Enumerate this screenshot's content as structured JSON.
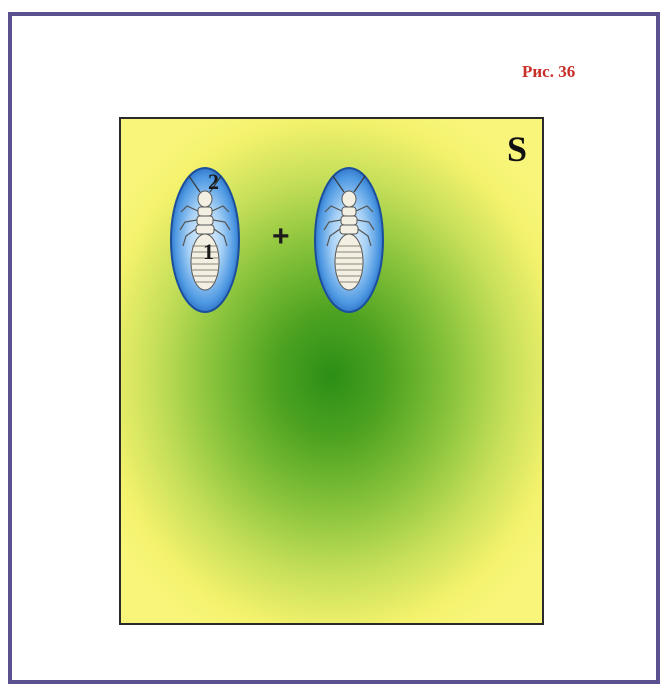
{
  "figure": {
    "label": "Рис. 36",
    "label_color": "#c8302a"
  },
  "field": {
    "set_label": "S",
    "center_color": "#2b8e16",
    "edge_color": "#f8f57a"
  },
  "expression": {
    "operator": "+",
    "left_insect": {
      "icon": "termite-in-blue-ellipse-icon",
      "markers": [
        "2",
        "1"
      ]
    },
    "right_insect": {
      "icon": "termite-in-blue-ellipse-icon"
    }
  },
  "colors": {
    "frame_border": "#5a5290",
    "ellipse_fill": "#3f8fe0",
    "insect_body": "#f2eee2"
  }
}
